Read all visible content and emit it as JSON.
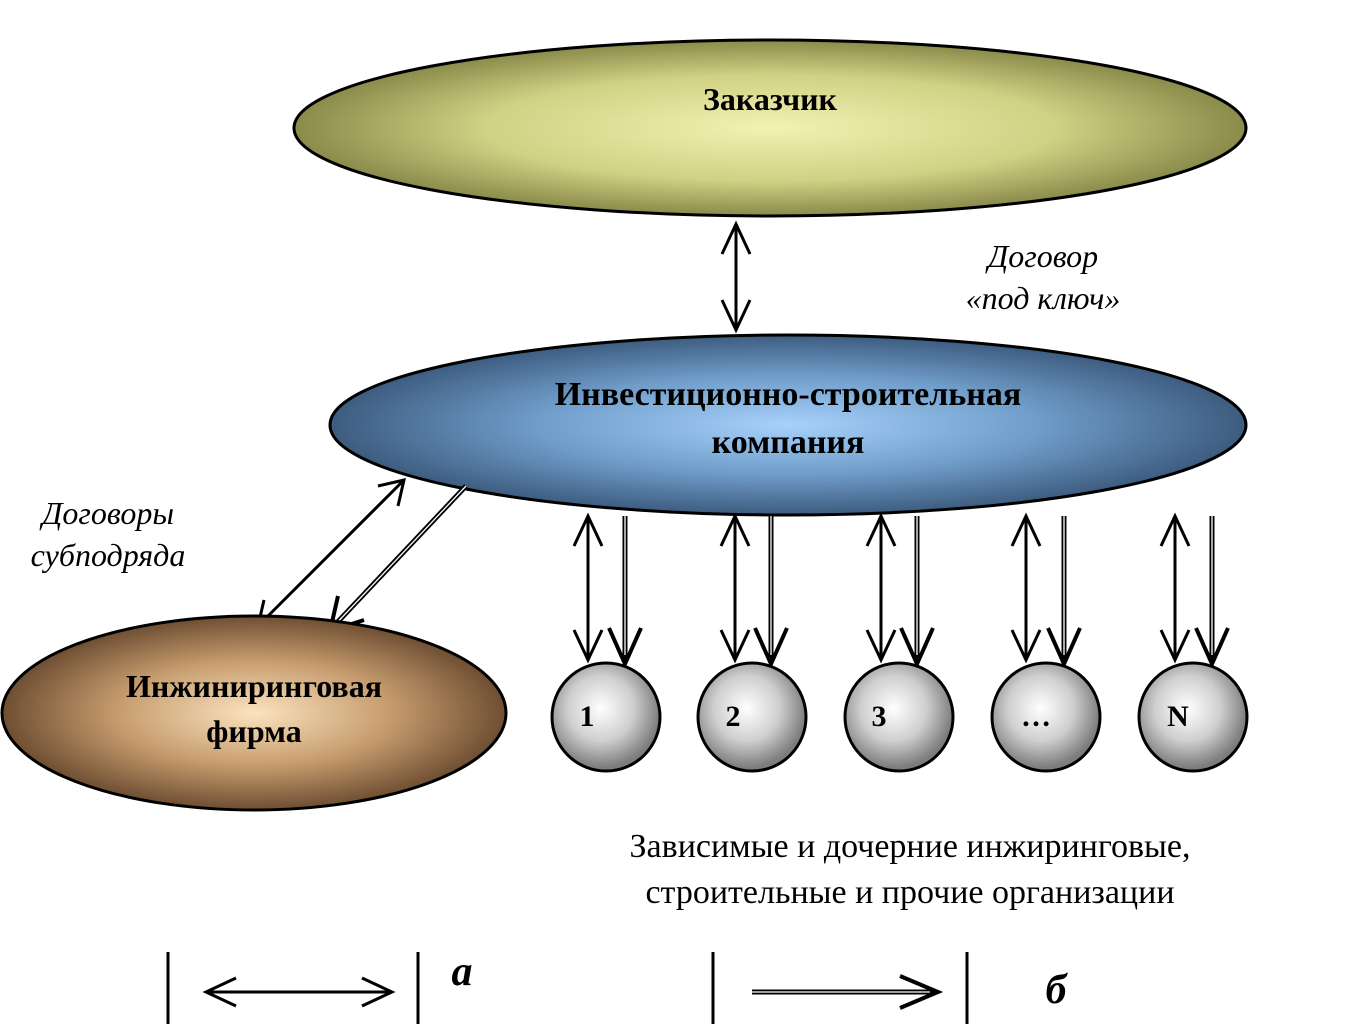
{
  "nodes": {
    "customer": "Заказчик",
    "company_line1": "Инвестиционно-строительная",
    "company_line2": "компания",
    "engineering_line1": "Инжиниринговая",
    "engineering_line2": "фирма"
  },
  "contracts": {
    "turnkey_line1": "Договор",
    "turnkey_line2": "«под ключ»",
    "subcontract_line1": "Договоры",
    "subcontract_line2": "субподряда"
  },
  "subsidiaries": {
    "circles": [
      "1",
      "2",
      "3",
      "…",
      "N"
    ],
    "caption_line1": "Зависимые и дочерние инжиринговые,",
    "caption_line2": "строительные и прочие организации"
  },
  "legend": {
    "a_label": "а",
    "b_label": "б"
  },
  "colors": {
    "customer_fill": "#d3d585",
    "company_fill": "#7fb0e0",
    "engineering_fill": "#c49a6c",
    "circle_fill": "#c0c0c0"
  }
}
